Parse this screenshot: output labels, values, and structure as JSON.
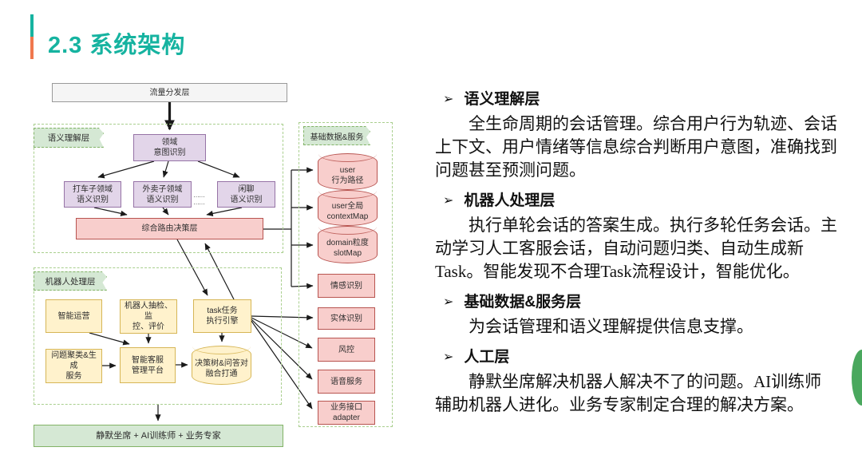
{
  "slide": {
    "title": "2.3 系统架构"
  },
  "colors": {
    "teal": "#16b3a0",
    "orange": "#f0784e",
    "purple-fill": "#e2d5e9",
    "purple-border": "#9673a6",
    "pink-fill": "#f8cecc",
    "pink-border": "#b85450",
    "yellow-fill": "#fff2cc",
    "yellow-border": "#d6b656",
    "green-fill": "#d5e8d4",
    "green-border": "#82b366",
    "gray-fill": "#f5f5f5",
    "gray-border": "#999999",
    "dash": "#a9cf8e",
    "arrow": "#1a1a1a",
    "crescent": "#4aa85e"
  },
  "diagram": {
    "traffic_layer": "流量分发层",
    "semantic_layer": {
      "label": "语义理解层",
      "domain_intent": "领域\n意图识别",
      "taxi": "打车子领域\n语义识别",
      "takeout": "外卖子领域\n语义识别",
      "dots": "…… ……",
      "chat": "闲聊\n语义识别",
      "routing": "综合路由决策层"
    },
    "robot_layer": {
      "label": "机器人处理层",
      "ops": "智能运营",
      "inspect": "机器人抽检、监\n控、评价",
      "task_engine": "task任务\n执行引擎",
      "cluster": "问题聚类&生成\n服务",
      "platform": "智能客服\n管理平台",
      "tree": "决策树&问答对\n融合打通"
    },
    "data_layer": {
      "label": "基础数据&服务",
      "user_path": "user\n行为路径",
      "context_map": "user全局\ncontextMap",
      "slot_map": "domain粒度\nslotMap",
      "emotion": "情感识别",
      "entity": "实体识别",
      "risk": "风控",
      "voice": "语音服务",
      "adapter": "业务接口\nadapter"
    },
    "human_layer": "静默坐席 + AI训练师 + 业务专家"
  },
  "bullets": [
    {
      "marker": "➢",
      "title": "语义理解层",
      "body": "全生命周期的会话管理。综合用户行为轨迹、会话上下文、用户情绪等信息综合判断用户意图，准确找到问题甚至预测问题。"
    },
    {
      "marker": "➢",
      "title": "机器人处理层",
      "body": "执行单轮会话的答案生成。执行多轮任务会话。主动学习人工客服会话，自动问题归类、自动生成新Task。智能发现不合理Task流程设计，智能优化。"
    },
    {
      "marker": "➢",
      "title": "基础数据&服务层",
      "body": "为会话管理和语义理解提供信息支撑。"
    },
    {
      "marker": "➢",
      "title": "人工层",
      "body": "静默坐席解决机器人解决不了的问题。AI训练师辅助机器人进化。业务专家制定合理的解决方案。"
    }
  ]
}
